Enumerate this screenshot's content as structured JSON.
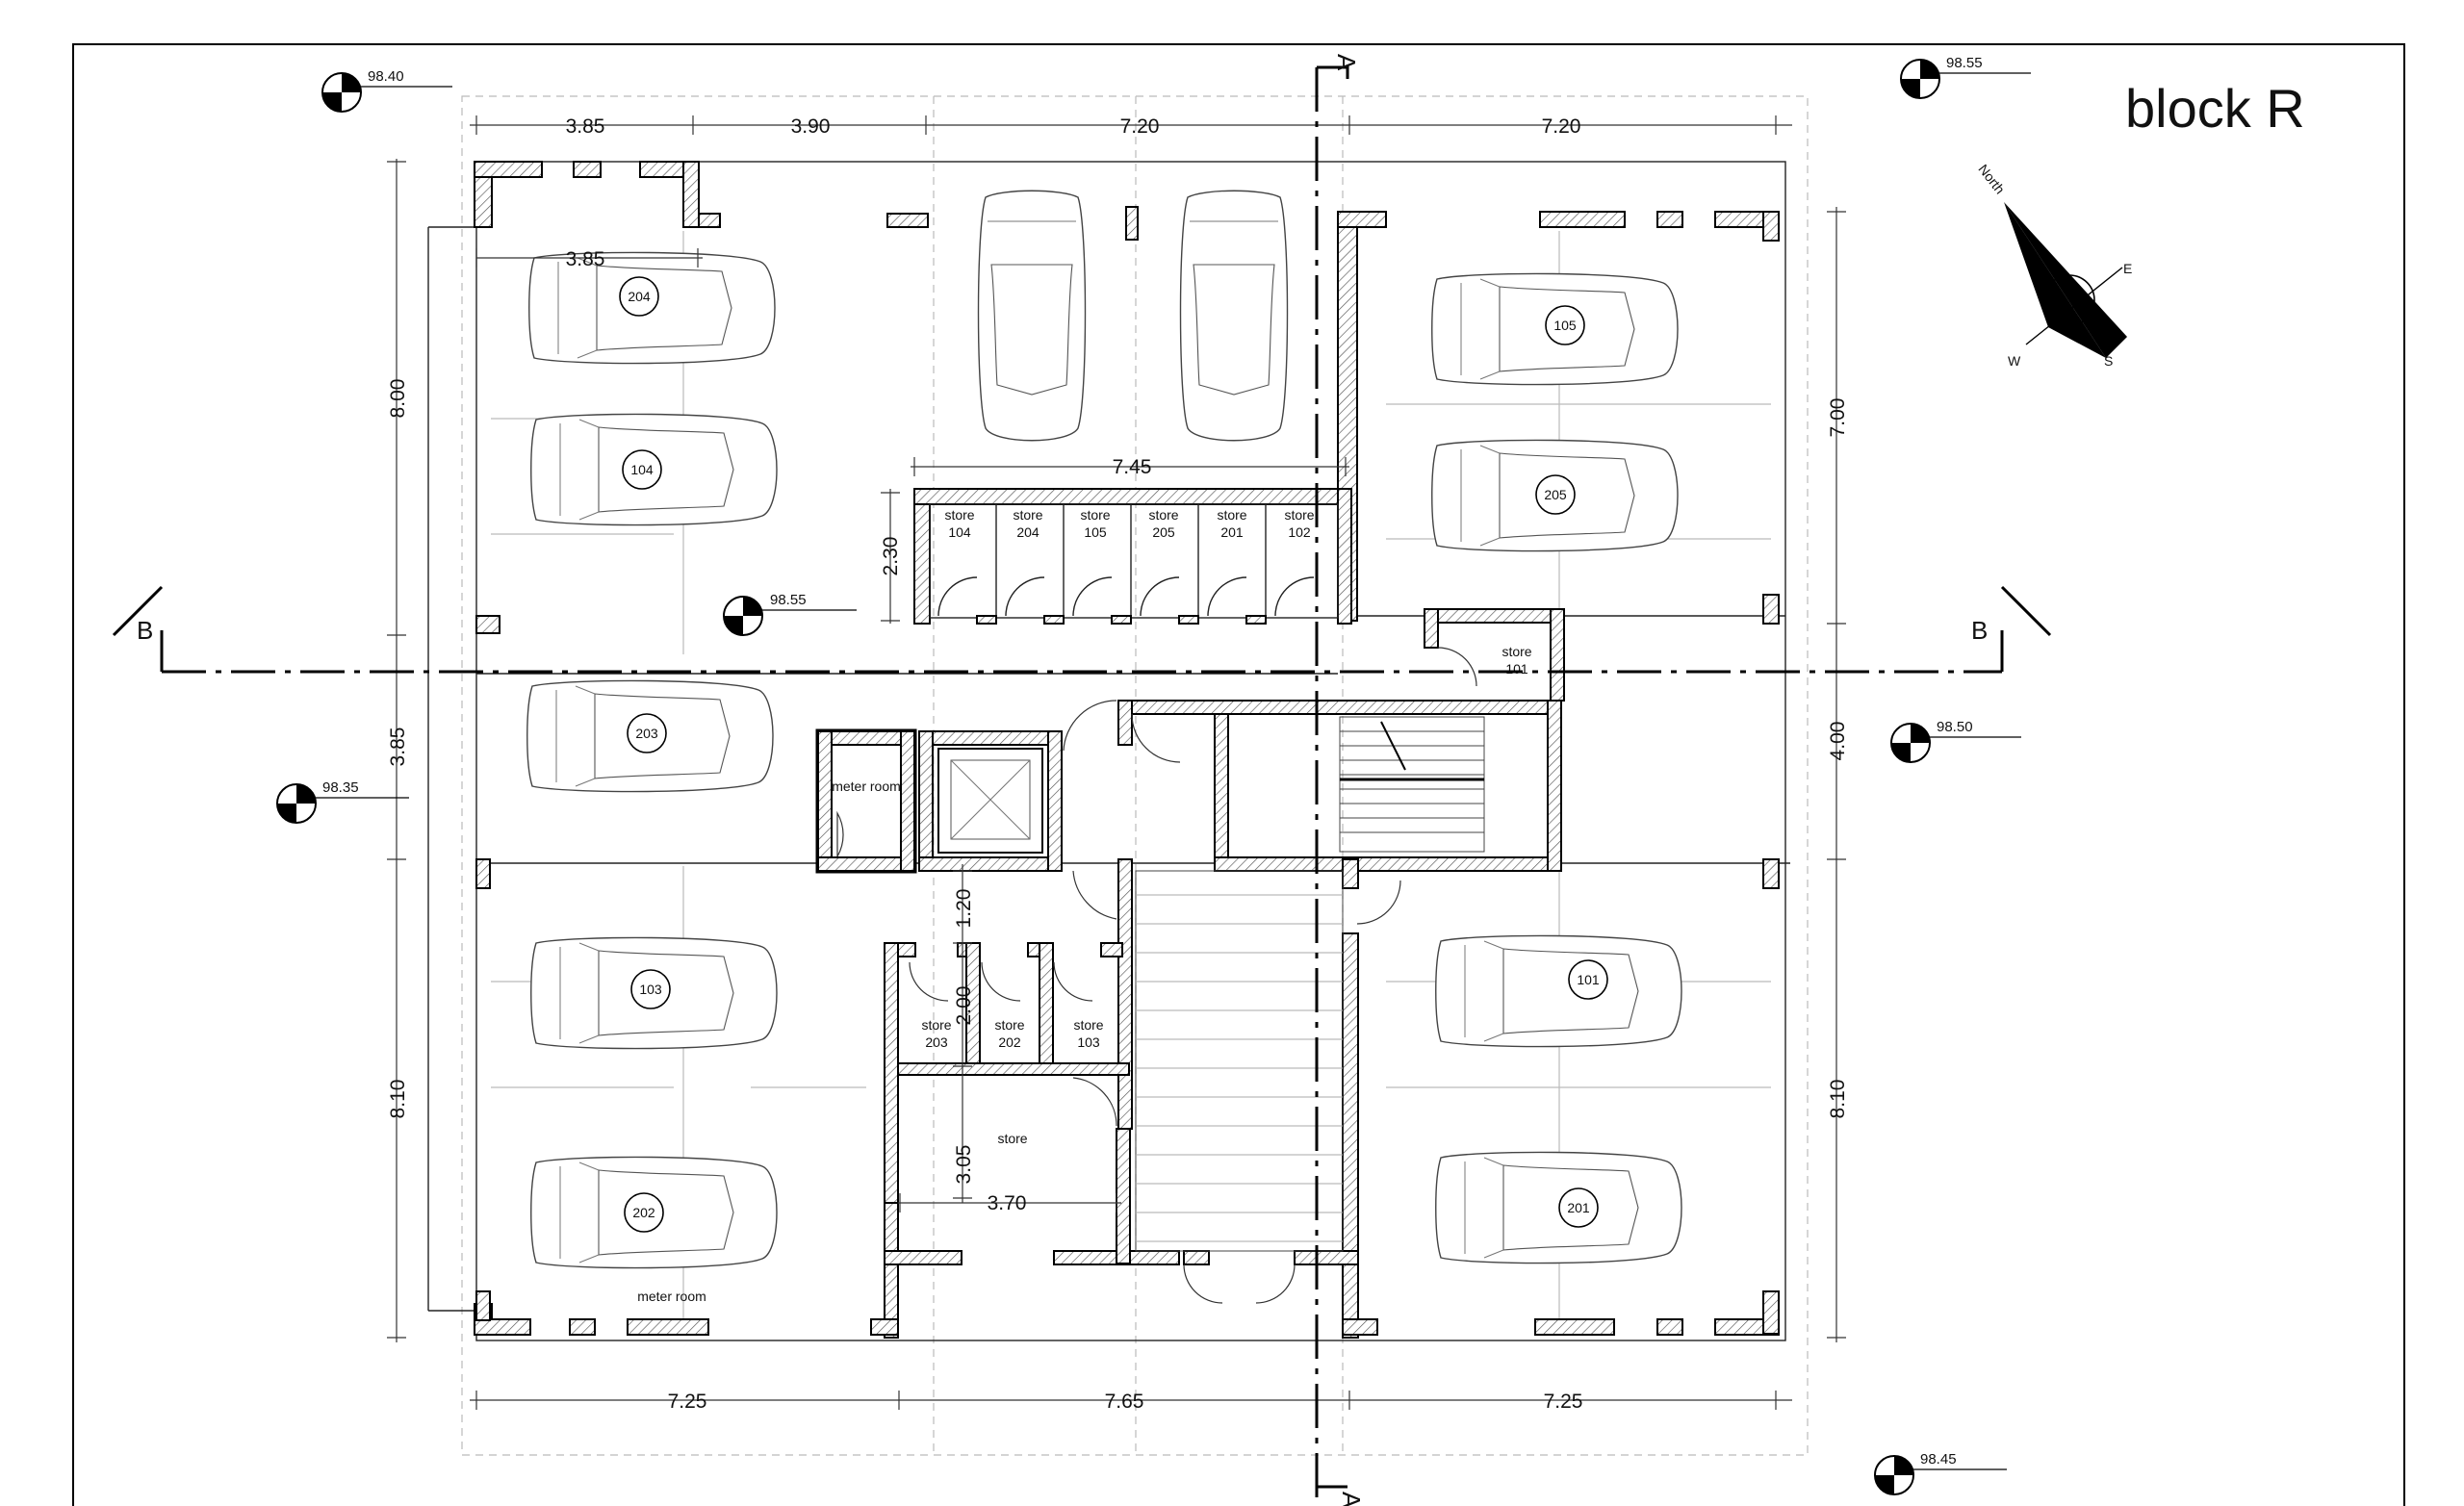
{
  "title": "block R",
  "compass": {
    "north": "North",
    "east": "E",
    "south": "S",
    "west": "W"
  },
  "levels": [
    "98.40",
    "98.55",
    "98.55",
    "98.35",
    "98.50",
    "98.45"
  ],
  "sections": {
    "a_top": "A",
    "a_bottom": "A",
    "b_left": "B",
    "b_right": "B"
  },
  "dimensions": {
    "top": [
      "3.85",
      "3.90",
      "7.20",
      "7.20"
    ],
    "inner_top": "3.85",
    "store_row": "7.45",
    "store_height": "2.30",
    "left": [
      "8.00",
      "3.85",
      "8.10"
    ],
    "right": [
      "7.00",
      "4.00",
      "8.10"
    ],
    "bottom": [
      "7.25",
      "7.65",
      "7.25"
    ],
    "core": [
      "1.20",
      "2.00",
      "3.05",
      "3.70"
    ]
  },
  "parking": [
    "204",
    "104",
    "203",
    "103",
    "202",
    "105",
    "205",
    "101",
    "201"
  ],
  "stores_top": [
    {
      "label": "store",
      "number": "104"
    },
    {
      "label": "store",
      "number": "204"
    },
    {
      "label": "store",
      "number": "105"
    },
    {
      "label": "store",
      "number": "205"
    },
    {
      "label": "store",
      "number": "201"
    },
    {
      "label": "store",
      "number": "102"
    }
  ],
  "stores_mid": [
    {
      "label": "store",
      "number": "203"
    },
    {
      "label": "store",
      "number": "202"
    },
    {
      "label": "store",
      "number": "103"
    }
  ],
  "store_101": {
    "label": "store",
    "number": "101"
  },
  "store_big": "store",
  "meter_rooms": [
    "meter room",
    "meter room"
  ]
}
